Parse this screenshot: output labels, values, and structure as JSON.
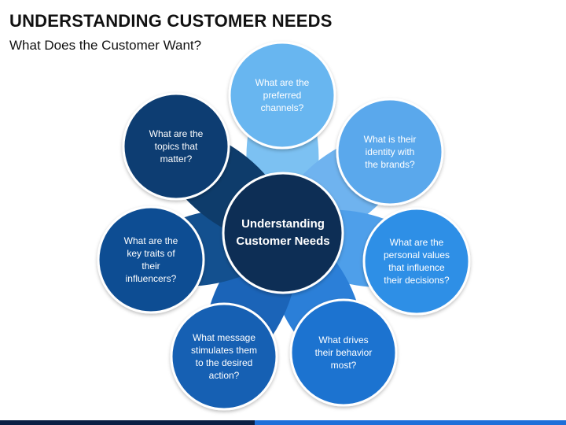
{
  "title": "UNDERSTANDING CUSTOMER NEEDS",
  "subtitle": "What Does the Customer Want?",
  "center": {
    "lines": [
      "Understanding",
      "Customer Needs"
    ],
    "color": "#0b2d54"
  },
  "bubbles": [
    {
      "name": "bubble-preferred-channels",
      "lines": [
        "What are the",
        "preferred",
        "channels?"
      ],
      "color": "#67b6f0",
      "petal": "#7cc1f2"
    },
    {
      "name": "bubble-identity-brands",
      "lines": [
        "What is their",
        "identity with",
        "the brands?"
      ],
      "color": "#5aa8ec",
      "petal": "#6fb3ef"
    },
    {
      "name": "bubble-personal-values",
      "lines": [
        "What are the",
        "personal values",
        "that influence",
        "their decisions?"
      ],
      "color": "#2f8fe6",
      "petal": "#4e9fea"
    },
    {
      "name": "bubble-drives-behavior",
      "lines": [
        "What drives",
        "their behavior",
        "most?"
      ],
      "color": "#1d73d0",
      "petal": "#2b7fd8"
    },
    {
      "name": "bubble-message-stimulates",
      "lines": [
        "What message",
        "stimulates them",
        "to the desired",
        "action?"
      ],
      "color": "#1560b3",
      "petal": "#1b64b8"
    },
    {
      "name": "bubble-influencer-traits",
      "lines": [
        "What are the",
        "key traits of",
        "their",
        "influencers?"
      ],
      "color": "#0f4e93",
      "petal": "#13508f"
    },
    {
      "name": "bubble-topics-matter",
      "lines": [
        "What are the",
        "topics that",
        "matter?"
      ],
      "color": "#0c3e72",
      "petal": "#0e3c6b"
    }
  ]
}
